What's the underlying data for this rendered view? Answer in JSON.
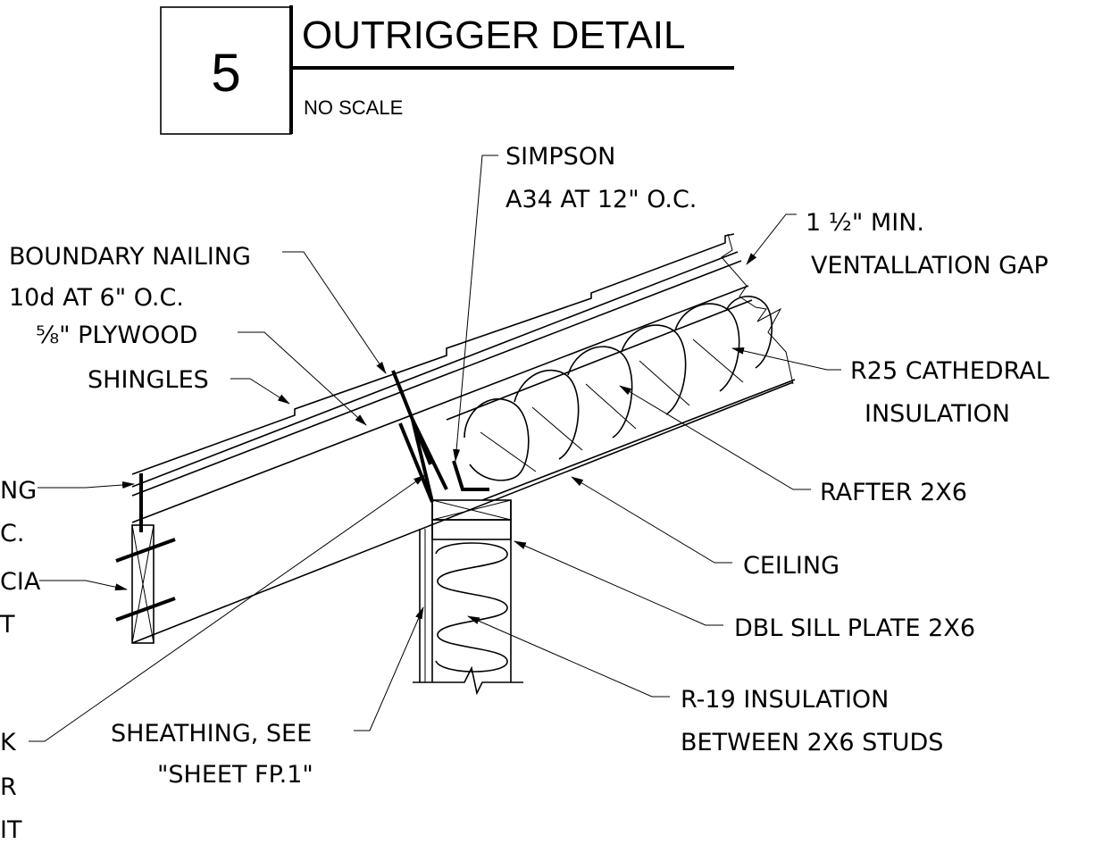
{
  "detail": {
    "number": "5",
    "title": "OUTRIGGER DETAIL",
    "scale": "NO SCALE"
  },
  "labels": {
    "simpson_1": "SIMPSON",
    "simpson_2": "A34 AT 12\" O.C.",
    "vent_1": "1 ½\" MIN.",
    "vent_2": "VENTALLATION GAP",
    "boundary_1": "BOUNDARY NAILING",
    "boundary_2": "10d AT 6\" O.C.",
    "plywood": "⅝\" PLYWOOD",
    "shingles": "SHINGLES",
    "r25_1": "R25 CATHEDRAL",
    "r25_2": "INSULATION",
    "rafter": "RAFTER 2X6",
    "ceiling": "CEILING",
    "sill": "DBL SILL PLATE 2X6",
    "r19_1": "R-19 INSULATION",
    "r19_2": "BETWEEN 2X6 STUDS",
    "sheathing_1": "SHEATHING, SEE",
    "sheathing_2": "\"SHEET FP.1\"",
    "cut_left_1": "NG",
    "cut_left_2": "C.",
    "cut_left_3": "CIA",
    "cut_left_4": "T",
    "cut_left_5": "K",
    "cut_left_6": "R",
    "cut_left_7": "IT"
  }
}
